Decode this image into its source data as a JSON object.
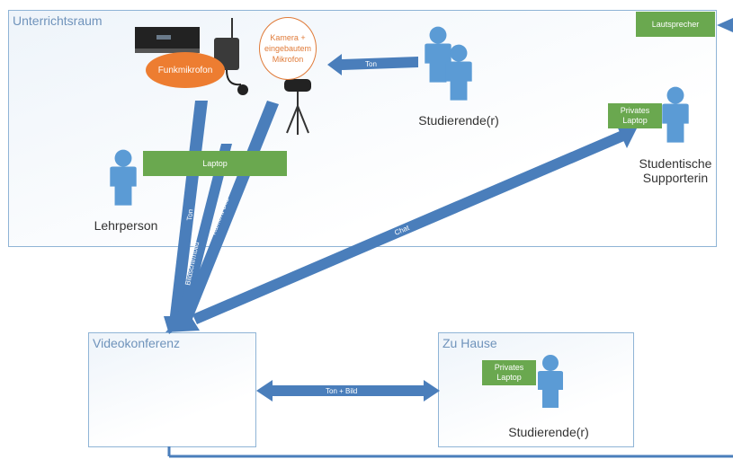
{
  "rooms": {
    "classroom": "Unterrichtsraum",
    "videoconf": "Videokonferenz",
    "home": "Zu Hause"
  },
  "labels": {
    "lautsprecher": "Lautsprecher",
    "laptop": "Laptop",
    "private_laptop_1": "Privates Laptop",
    "private_laptop_2": "Privates Laptop",
    "funkmikrofon": "Funkmikrofon",
    "camera": "Kamera + eingebautem Mikrofon"
  },
  "people": {
    "student_room": "Studierende(r)",
    "teacher": "Lehrperson",
    "supporter": "Studentische Supporterin",
    "student_home": "Studierende(r)"
  },
  "arrows": {
    "ton_top": "Ton",
    "ton_left": "Ton",
    "bildschirmbild": "Bildschirmbild",
    "kamera_bild": "Kamera Bild",
    "chat": "Chat",
    "ton_bild": "Ton + Bild"
  },
  "colors": {
    "arrow": "#4a7ebb",
    "person": "#5b9bd5",
    "green": "#6aa84f",
    "orange": "#ed7d31",
    "room_border": "#8fb4d6"
  }
}
